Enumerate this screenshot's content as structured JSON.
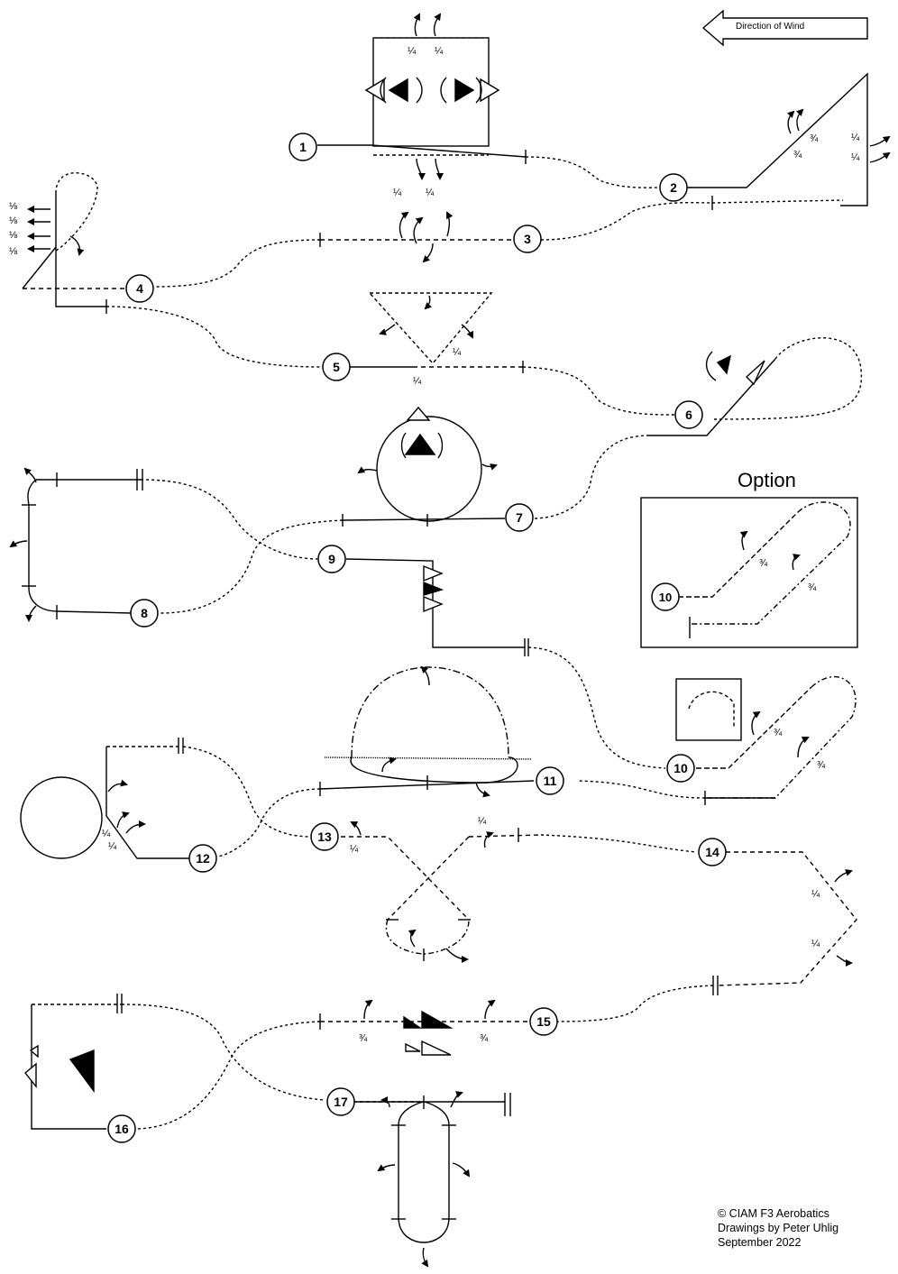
{
  "wind_label": "Direction of Wind",
  "option_title": "Option",
  "credits": {
    "line1": "©  CIAM F3 Aerobatics",
    "line2": "Drawings  by Peter Uhlig",
    "line3": "September  2022"
  },
  "figures": [
    "1",
    "2",
    "3",
    "4",
    "5",
    "6",
    "7",
    "8",
    "9",
    "10",
    "11",
    "12",
    "13",
    "14",
    "15",
    "16",
    "17"
  ],
  "option_figure": "10",
  "fractions": {
    "quarter": "¼",
    "three_quarter": "¾",
    "eighth": "⅛"
  }
}
